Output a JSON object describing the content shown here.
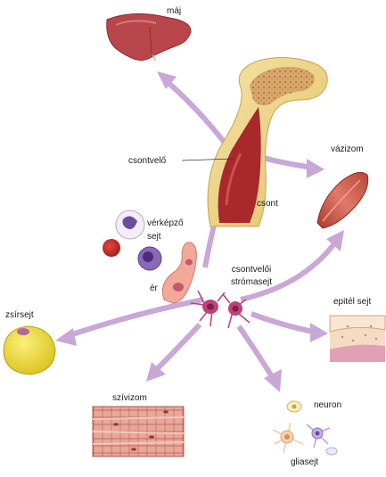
{
  "labels": {
    "liver": "máj",
    "bone_marrow": "csontvelő",
    "bone": "csont",
    "skeletal_muscle": "vázizom",
    "hematopoietic_line1": "vérképző",
    "hematopoietic_line2": "sejt",
    "vessel": "ér",
    "stromal_line1": "csontvelői",
    "stromal_line2": "strómasejt",
    "fat_cell": "zsírsejt",
    "epithelial_cell": "epitél sejt",
    "heart_muscle": "szívizom",
    "neuron": "neuron",
    "glia": "gliasejt"
  },
  "colors": {
    "arrow": "#c9a7d6",
    "liver": "#b8464a",
    "bone_marrow": "#a8282c",
    "bone_shell": "#f0d98a",
    "muscle": "#c8554a",
    "fat_cell": "#f3e04a",
    "stromal_cell": "#c0407a",
    "heart_muscle": "#d98a7e"
  }
}
